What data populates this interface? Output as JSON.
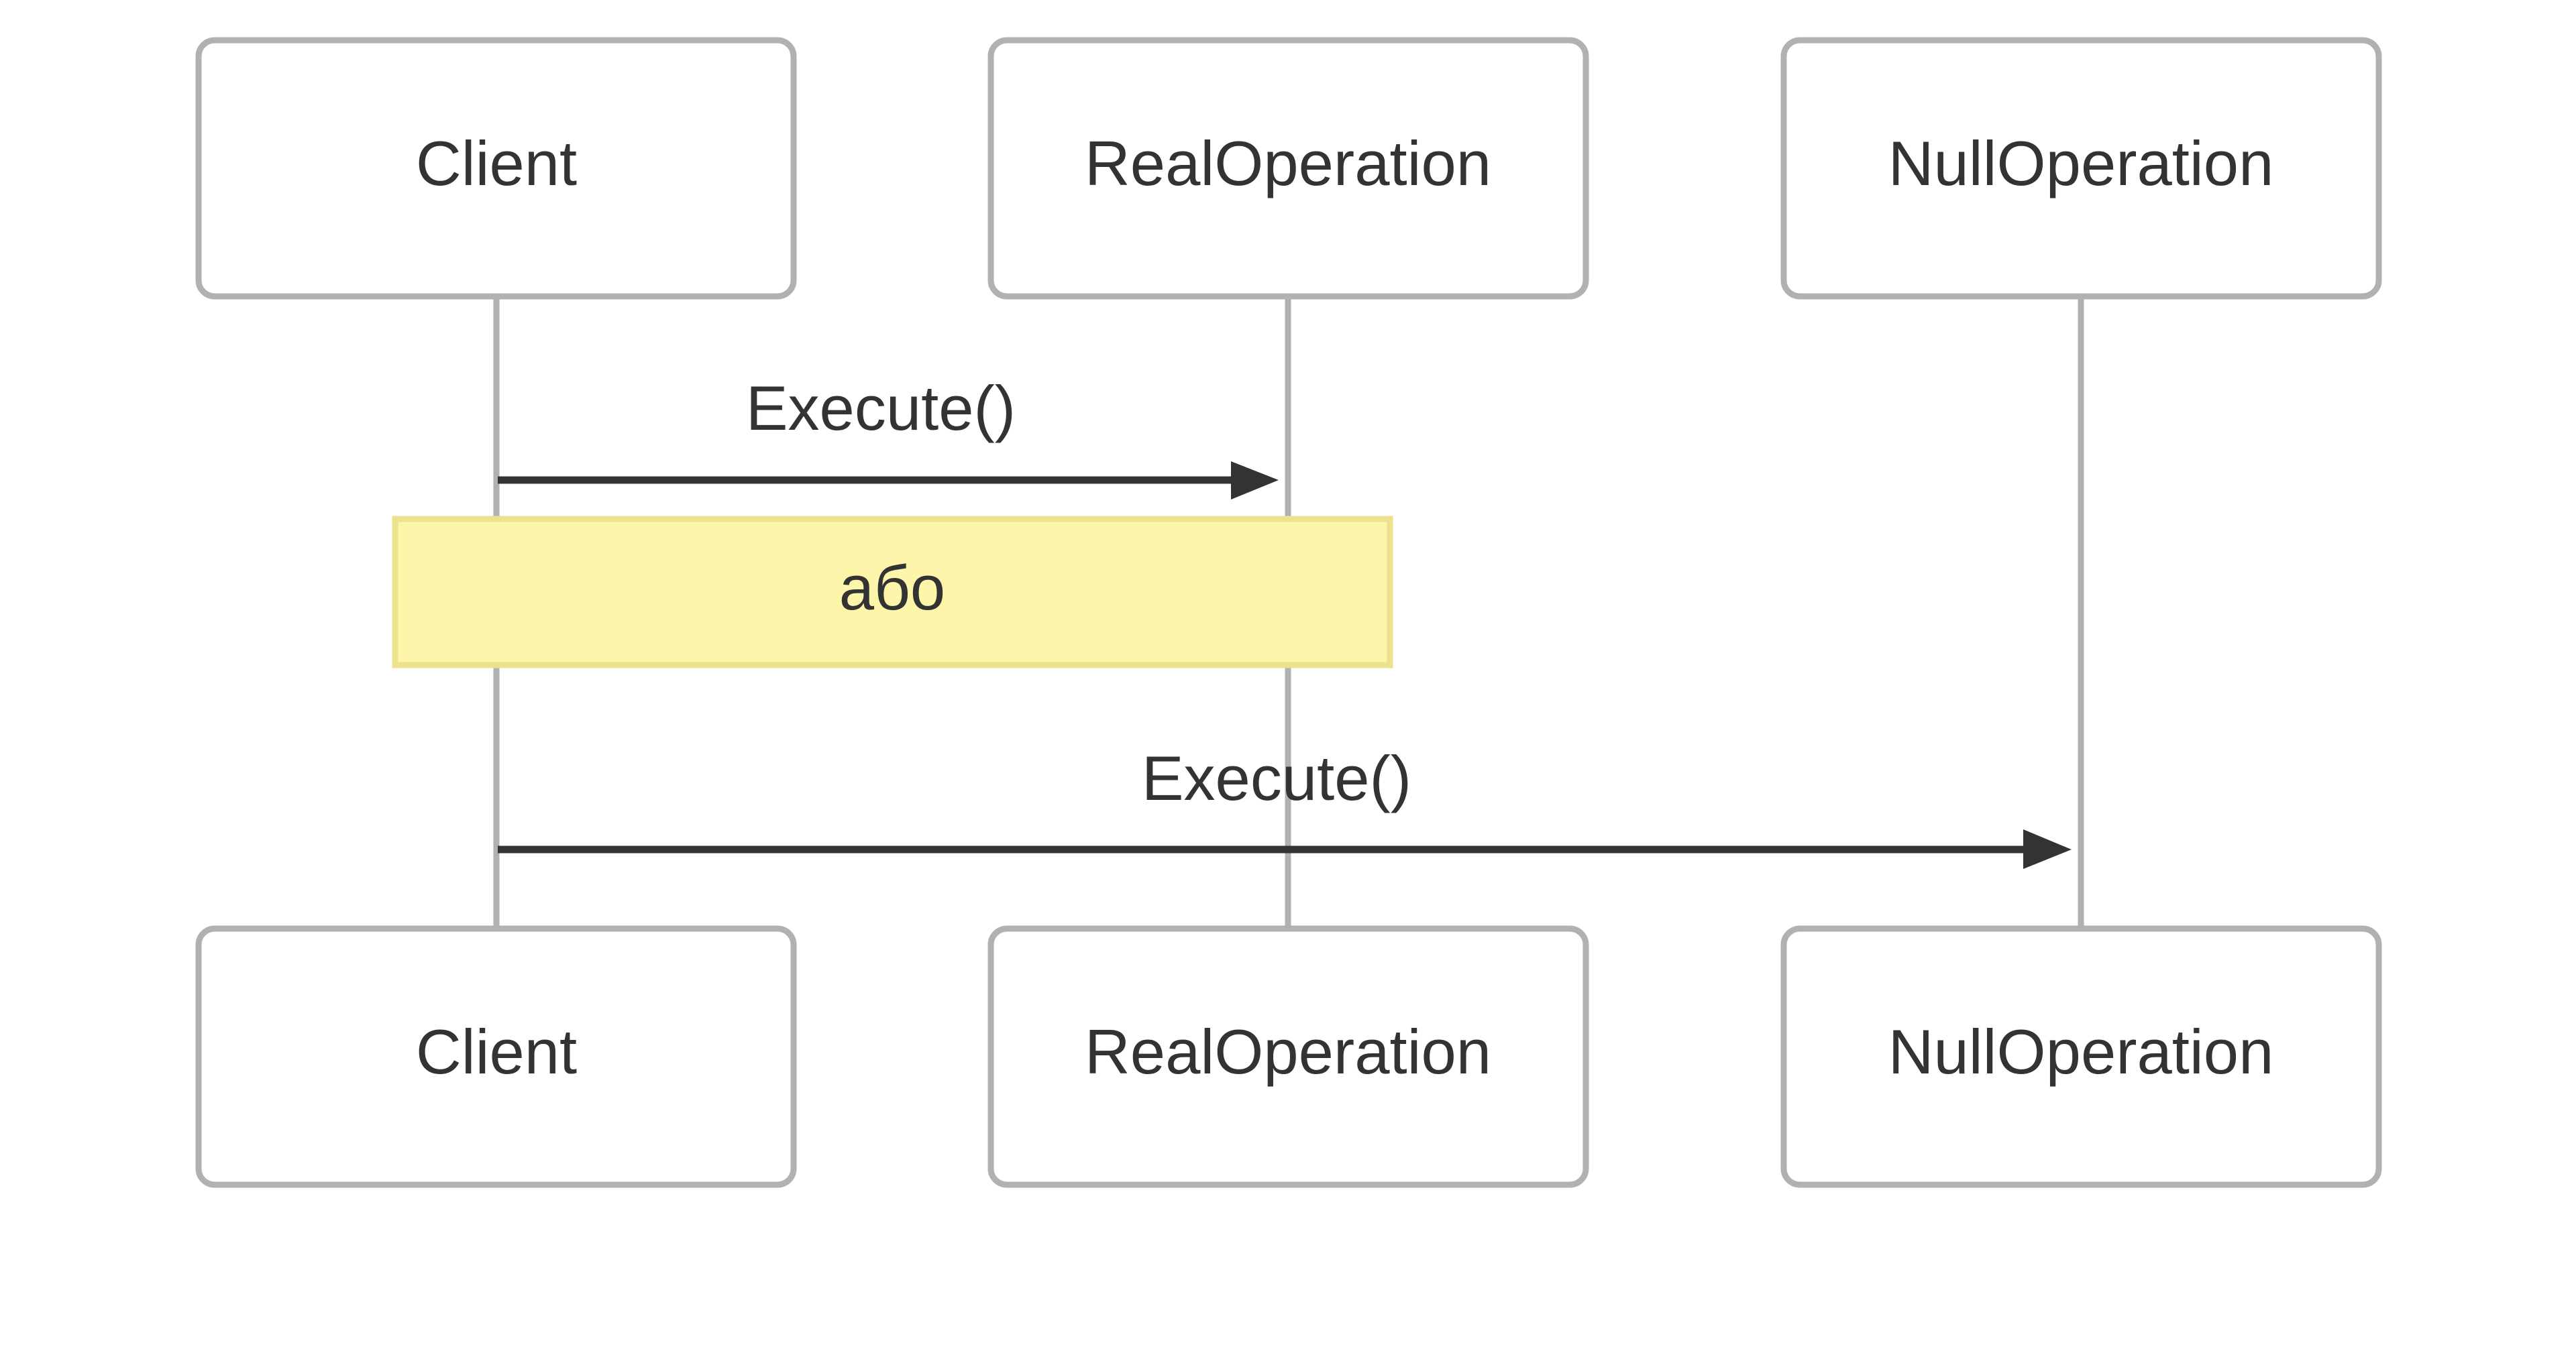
{
  "diagram": {
    "type": "sequence",
    "participants": [
      {
        "id": "client",
        "label": "Client"
      },
      {
        "id": "real",
        "label": "RealOperation"
      },
      {
        "id": "null",
        "label": "NullOperation"
      }
    ],
    "messages": [
      {
        "from": "client",
        "to": "real",
        "label": "Execute()"
      },
      {
        "from": "client",
        "to": "null",
        "label": "Execute()"
      }
    ],
    "note": {
      "label": "або"
    },
    "colors": {
      "box_stroke": "#b1b1b1",
      "arrow": "#333333",
      "text": "#333333",
      "note_fill": "#fdf5a9",
      "note_stroke": "#ece18d"
    }
  }
}
